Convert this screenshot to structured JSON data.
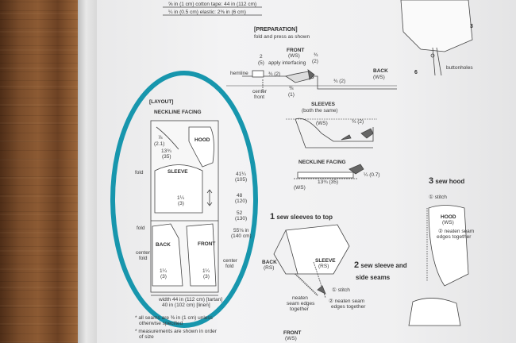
{
  "top_notes": {
    "line1": "⅝ in (1 cm) cotton tape: 44 in (112 cm)",
    "line2": "¼ in (0.5 cm) elastic: 2⅜ in (6 cm)"
  },
  "preparation": {
    "title": "[PREPARATION]",
    "subtitle": "fold and press as shown",
    "front_label": "FRONT",
    "front_ws": "(WS)",
    "apply_interfacing": "apply interfacing",
    "hemline": "hemline",
    "center_front": "center",
    "center_front2": "front",
    "back_label": "BACK",
    "back_ws": "(WS)",
    "m_2": "2",
    "m_2b": "(5)",
    "m_34a": "¾",
    "m_34a2": "(2)",
    "m_34b": "¾ (2)",
    "m_38": "⅜",
    "m_38b": "(1)",
    "m_34c": "¾ (2)",
    "sleeves": "SLEEVES",
    "both_same": "(both the same)",
    "sleeves_ws": "(WS)",
    "m_34d": "¾ (2)",
    "neckline_facing": "NECKLINE FACING",
    "nf_ws": "(WS)",
    "m_14": "¼ (0.7)",
    "m_1334": "13¾ (35)"
  },
  "layout": {
    "title": "[LAYOUT]",
    "neckline_facing": "NECKLINE FACING",
    "hood": "HOOD",
    "sleeve": "SLEEVE",
    "back": "BACK",
    "front": "FRONT",
    "fold1": "fold",
    "fold2": "fold",
    "center_fold": "center",
    "center_fold2": "fold",
    "center_fold_r": "center",
    "center_fold_r2": "fold",
    "m_78": "⅞",
    "m_78b": "(2.1)",
    "m_1334": "13¾",
    "m_1334b": "(35)",
    "m_114a": "1¼",
    "m_114ab": "(3)",
    "m_114b": "1¼",
    "m_114bb": "(3)",
    "m_114c": "1¼",
    "m_114cb": "(3)",
    "right_41": "41¼",
    "right_41b": "(105)",
    "right_48": "48",
    "right_48b": "(120)",
    "right_52": "52",
    "right_52b": "(130)",
    "right_55": "55⅛ in",
    "right_55b": "(140 cm)",
    "width_1": "width 44 in (112 cm) [tartan]",
    "width_2": "40 in (102 cm) [linen]"
  },
  "notes": {
    "n1": "* all seams are ⅜ in (1 cm) unless",
    "n1b": "otherwise specified",
    "n2": "* measurements are shown in order",
    "n2b": "of size"
  },
  "step1": {
    "num": "1",
    "title": "sew sleeves to top",
    "back": "BACK",
    "back_rs": "(RS)",
    "sleeve": "SLEEVE",
    "sleeve_rs": "(RS)",
    "neaten": "neaten",
    "neaten2": "seam edges",
    "neaten3": "together",
    "front": "FRONT",
    "front_ws": "(WS)"
  },
  "step2": {
    "num": "2",
    "title": "sew sleeve and",
    "title2": "side seams",
    "stitch": "① stitch",
    "neaten": "② neaten seam",
    "neaten2": "edges together"
  },
  "step3": {
    "num": "3",
    "title": "sew hood",
    "stitch": "① stitch",
    "hood": "HOOD",
    "hood_ws": "(WS)",
    "neaten": "② neaten seam",
    "neaten2": "edges together"
  },
  "right_top": {
    "n3": "3",
    "n6": "6",
    "buttonholes": "buttonholes"
  },
  "colors": {
    "highlight_ellipse": "#1796ad",
    "ink": "#3a3a3a",
    "page": "#f0f0f1",
    "wood": "#7a4d2b"
  }
}
